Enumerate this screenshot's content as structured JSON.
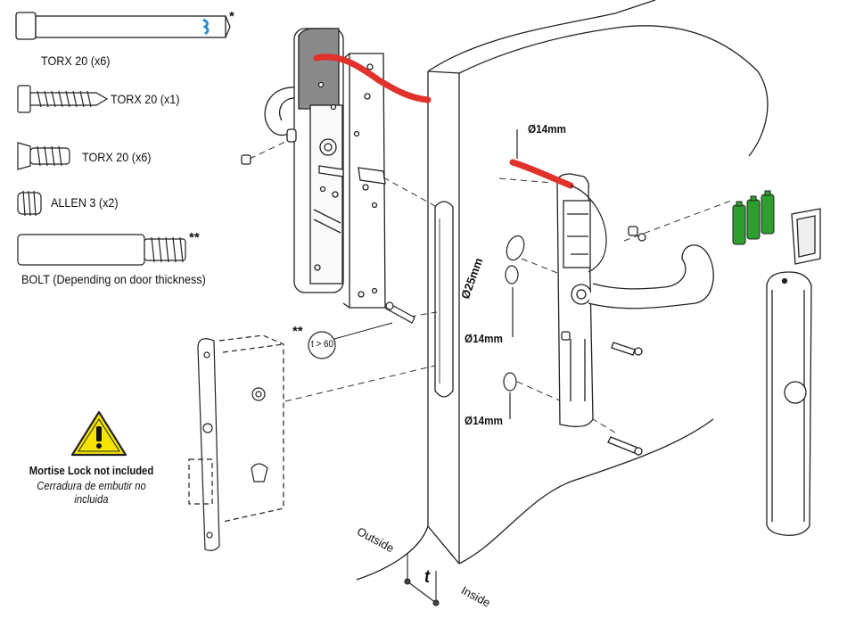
{
  "parts": {
    "screw_long": "TORX 20 (x6)",
    "screw_self_tapping": "TORX 20 (x1)",
    "screw_countersunk": "TORX 20 (x6)",
    "set_screw": "ALLEN 3 (x2)",
    "bolt": "BOLT (Depending on door thickness)"
  },
  "marks": {
    "single_star": "*",
    "double_star": "**",
    "thickness_condition": "t > 60"
  },
  "dimensions": {
    "cable_hole": "Ø14mm",
    "spindle_hole": "Ø25mm",
    "hole_upper": "Ø14mm",
    "hole_lower": "Ø14mm"
  },
  "warning": {
    "title": "Mortise Lock not included",
    "subtitle": "Cerradura de embutir no incluida"
  },
  "door": {
    "outside": "Outside",
    "inside": "Inside",
    "thickness_symbol": "t"
  },
  "colors": {
    "cable": "#e0312b",
    "battery": "#2e9e2e",
    "warning_fill": "#f5e400",
    "screw_accent": "#2a8fd0",
    "outer_cover": "#8a8a8a"
  }
}
